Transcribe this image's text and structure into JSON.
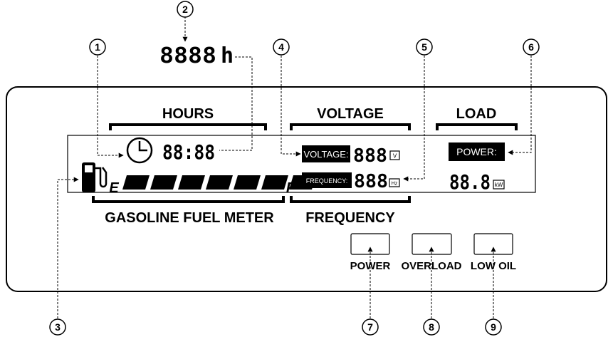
{
  "section_labels": {
    "hours": "HOURS",
    "voltage": "VOLTAGE",
    "load": "LOAD",
    "fuel": "GASOLINE FUEL METER",
    "frequency": "FREQUENCY"
  },
  "top_display": {
    "digits": "8888",
    "unit": "h"
  },
  "hours_display": "88:88",
  "fuel_scale": {
    "empty": "E",
    "full": "F"
  },
  "voltage_row": {
    "tag": "VOLTAGE:",
    "digits": "888",
    "unit": "V"
  },
  "frequency_row": {
    "tag": "FREQUENCY:",
    "digits": "888",
    "unit": "Hz"
  },
  "power_row": {
    "tag": "POWER:",
    "digits": "88.8",
    "unit": "kW"
  },
  "indicators": [
    "POWER",
    "OVERLOAD",
    "LOW OIL"
  ],
  "callouts": [
    "1",
    "2",
    "3",
    "4",
    "5",
    "6",
    "7",
    "8",
    "9"
  ],
  "icons": {
    "clock": "clock-icon",
    "fuel": "fuel-pump-icon"
  },
  "colors": {
    "ink": "#000000",
    "paper": "#ffffff"
  }
}
